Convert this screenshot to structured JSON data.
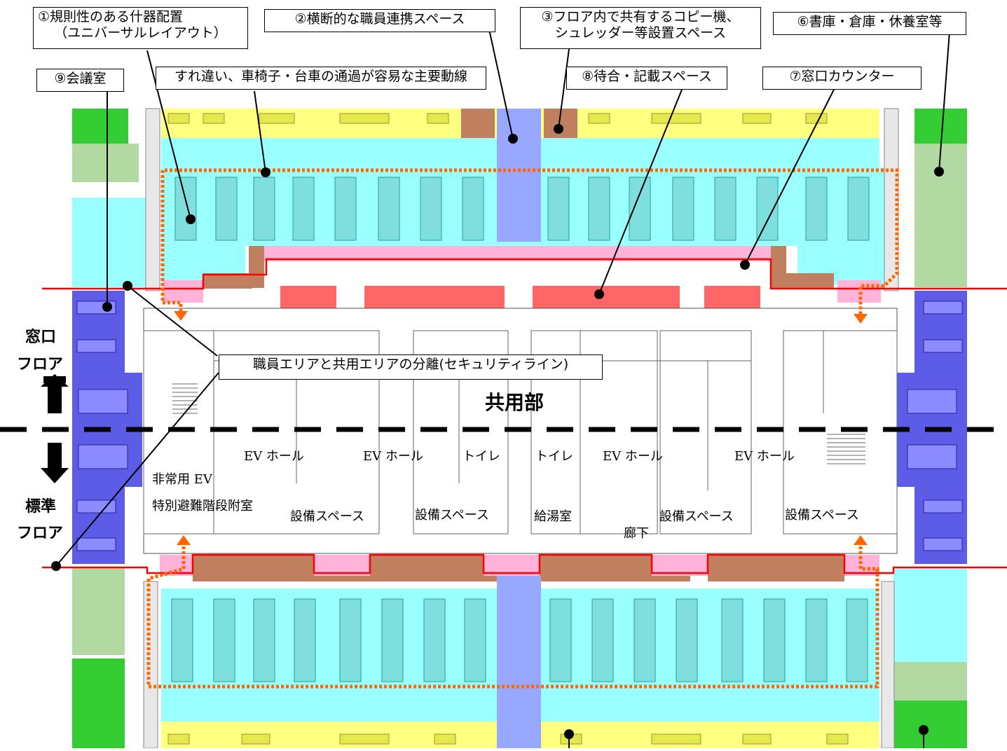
{
  "colors": {
    "yellow": "#ffff80",
    "cyan": "#99ffff",
    "green": "#33cc33",
    "blue": "#5c5ce6",
    "lightblue": "#99a8ff",
    "brown": "#c08060",
    "pink": "#ffb3d9",
    "red": "#ff6666",
    "security_line": "#ff0000",
    "route": "#ff6600"
  },
  "labels": {
    "l1_line1": "①規則性のある什器配置",
    "l1_line2": "（ユニバーサルレイアウト）",
    "l2": "②横断的な職員連携スペース",
    "l3_line1": "③フロア内で共有するコピー機、",
    "l3_line2": "シュレッダー等設置スペース",
    "l6": "⑥書庫・倉庫・休養室等",
    "l9": "⑨会議室",
    "route": "すれ違い、車椅子・台車の通過が容易な主要動線",
    "l8": "⑧待合・記載スペース",
    "l7": "⑦窓口カウンター",
    "security": "職員エリアと共用エリアの分離(セキュリティライン)"
  },
  "side": {
    "upper_1": "窓口",
    "upper_2": "フロア",
    "lower_1": "標準",
    "lower_2": "フロア"
  },
  "core": {
    "title": "共用部",
    "ev_hall_1": "EV ホール",
    "ev_hall_2": "EV ホール",
    "toilet_1": "トイレ",
    "toilet_2": "トイレ",
    "ev_hall_3": "EV ホール",
    "ev_hall_4": "EV ホール",
    "emergency_ev": "非常用 EV",
    "stair_vestibule": "特別避難階段附室",
    "equipment_1": "設備スペース",
    "equipment_2": "設備スペース",
    "kitchenette": "給湯室",
    "equipment_3": "設備スペース",
    "equipment_4": "設備スペース",
    "corridor": "廊下"
  }
}
